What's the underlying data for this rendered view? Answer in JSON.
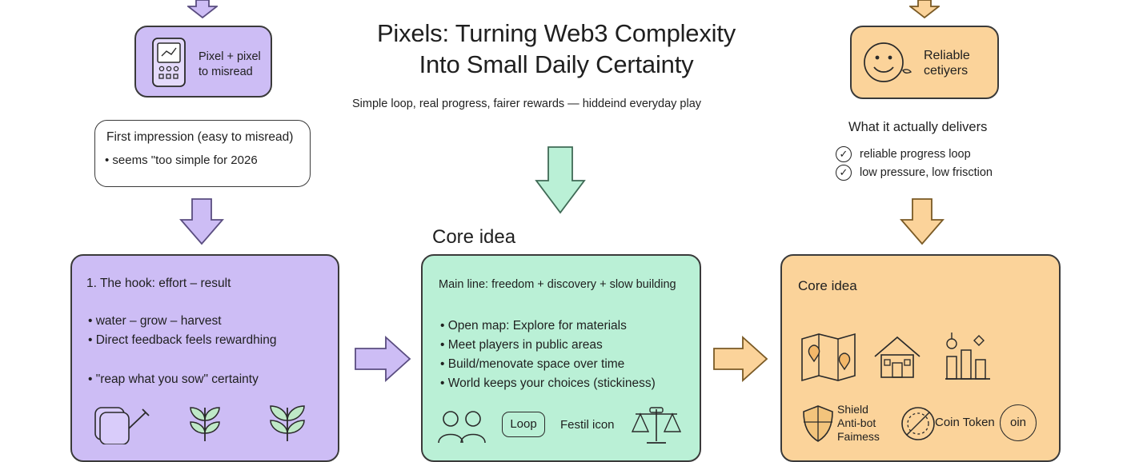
{
  "title": {
    "line1": "Pixels: Turning Web3 Complexity",
    "line2": "Into Small Daily Certainty"
  },
  "subtitle": "Simple loop, real progress, fairer rewards — hiddeind everyday play",
  "left_top_box": {
    "line1": "Pixel + pixel",
    "line2": "to misread"
  },
  "first_impression": {
    "heading": "First impression (easy to misread)",
    "bullet": "• seems \"too simple for 2026"
  },
  "hook_box": {
    "heading": "1. The hook: effort – result",
    "items": [
      "• water – grow – harvest",
      "• Direct feedback feels rewardhing",
      "• \"reap what you sow\" certainty"
    ]
  },
  "core_idea_label": "Core idea",
  "core_box": {
    "heading": "Main line: freedom + discovery + slow building",
    "items": [
      "Open map: Explore for materials",
      "Meet players in public areas",
      "Build/menovate space over time",
      "World keeps your choices (stickiness)"
    ],
    "loop_label": "Loop",
    "festil_label": "Festil icon"
  },
  "right_top_box": {
    "line1": "Reliable",
    "line2": "cetiyers"
  },
  "delivers": {
    "heading": "What it actually delivers",
    "items": [
      "reliable progress loop",
      "low pressure, low frisction"
    ]
  },
  "right_box": {
    "heading": "Core idea",
    "shield_line1": "Shield",
    "shield_line2": "Anti-bot",
    "shield_line3": "Faimess",
    "coin_token": "Coin Token",
    "coin_circle": "oin"
  },
  "colors": {
    "purple": "#cdbdf5",
    "green": "#baf0d6",
    "orange": "#fbd39a"
  }
}
